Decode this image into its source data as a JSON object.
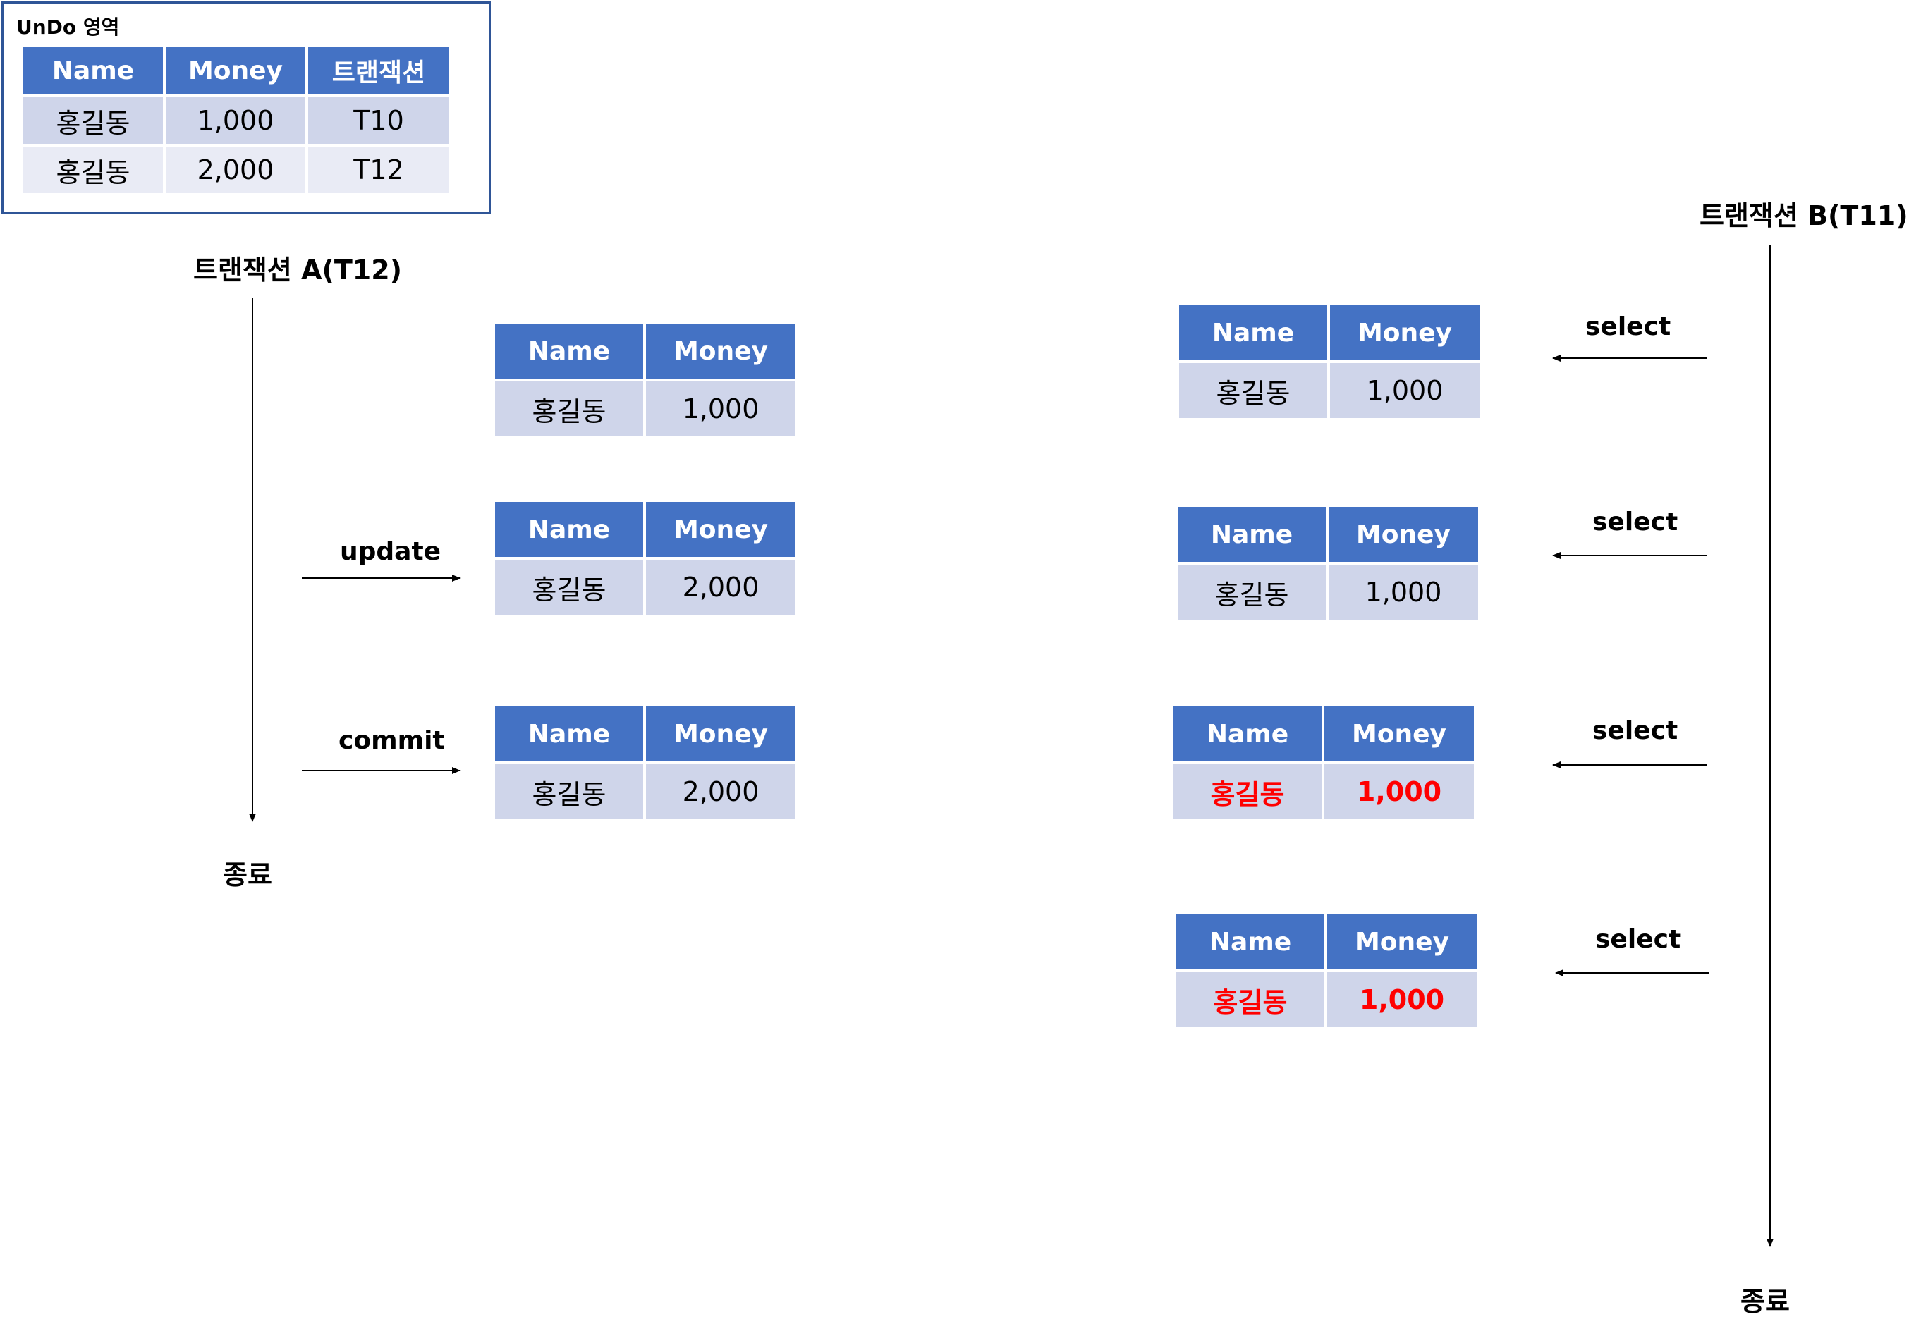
{
  "undo": {
    "title": "UnDo 영역",
    "headers": [
      "Name",
      "Money",
      "트랜잭션"
    ],
    "rows": [
      [
        "홍길동",
        "1,000",
        "T10"
      ],
      [
        "홍길동",
        "2,000",
        "T12"
      ]
    ]
  },
  "transaction_a": {
    "title": "트랜잭션 A(T12)",
    "end": "종료",
    "ops": [
      "update",
      "commit"
    ],
    "tables": [
      {
        "name_header": "Name",
        "money_header": "Money",
        "name": "홍길동",
        "money": "1,000"
      },
      {
        "name_header": "Name",
        "money_header": "Money",
        "name": "홍길동",
        "money": "2,000"
      },
      {
        "name_header": "Name",
        "money_header": "Money",
        "name": "홍길동",
        "money": "2,000"
      }
    ]
  },
  "transaction_b": {
    "title": "트랜잭션 B(T11)",
    "end": "종료",
    "ops": [
      "select",
      "select",
      "select",
      "select"
    ],
    "tables": [
      {
        "name_header": "Name",
        "money_header": "Money",
        "name": "홍길동",
        "money": "1,000"
      },
      {
        "name_header": "Name",
        "money_header": "Money",
        "name": "홍길동",
        "money": "1,000"
      },
      {
        "name_header": "Name",
        "money_header": "Money",
        "name": "홍길동",
        "money": "1,000"
      },
      {
        "name_header": "Name",
        "money_header": "Money",
        "name": "홍길동",
        "money": "1,000"
      }
    ]
  },
  "colors": {
    "header": "#4472C4",
    "row": "#CFD5EA",
    "row_alt": "#E9EBF5",
    "highlight": "#FF0000",
    "undo_border": "#2F5597"
  }
}
